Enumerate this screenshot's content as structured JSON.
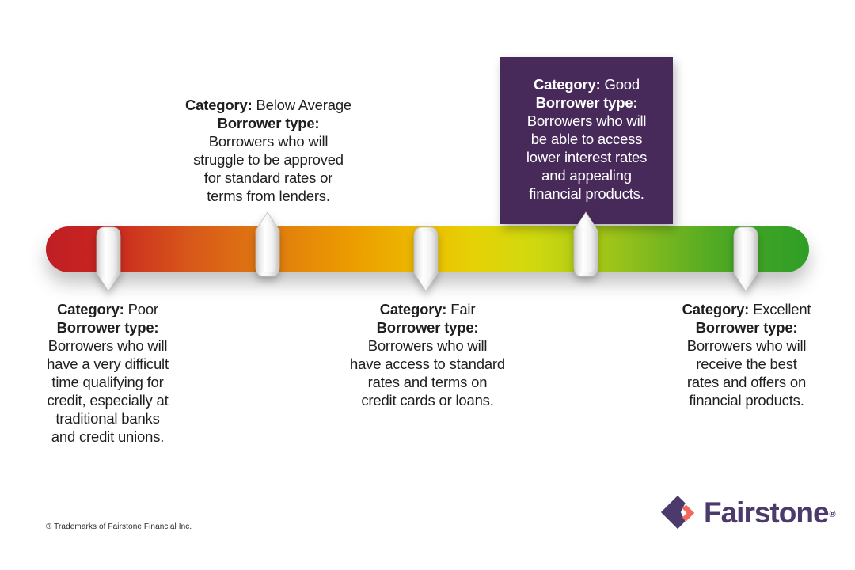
{
  "colors": {
    "background": "#ffffff",
    "text": "#1f1f1f",
    "highlight_purple": "#482A5A",
    "logo_purple": "#4B3A6B",
    "logo_coral": "#F2685C",
    "gauge_red": "#BF1E24",
    "gauge_green": "#2F9E26"
  },
  "gauge": {
    "stops": [
      [
        "#BF1E24",
        "0%"
      ],
      [
        "#C92621",
        "8%"
      ],
      [
        "#D8581A",
        "19%"
      ],
      [
        "#E07A10",
        "29%"
      ],
      [
        "#EC9C00",
        "40%"
      ],
      [
        "#EDBE00",
        "50%"
      ],
      [
        "#E5D206",
        "56%"
      ],
      [
        "#D0D90F",
        "64%"
      ],
      [
        "#AFCB16",
        "71%"
      ],
      [
        "#82BA1E",
        "79%"
      ],
      [
        "#55AB23",
        "87%"
      ],
      [
        "#41A425",
        "92%"
      ],
      [
        "#2F9E26",
        "100%"
      ]
    ],
    "marker_names": [
      "poor",
      "below-average",
      "fair",
      "good",
      "excellent"
    ]
  },
  "categories": [
    {
      "key": "poor",
      "category_label": "Category:",
      "category_value": "Poor",
      "borrower_label": "Borrower type:",
      "description_lines": [
        "Borrowers who will",
        "have a very difficult",
        "time qualifying for",
        "credit, especially at",
        "traditional banks",
        "and credit unions."
      ]
    },
    {
      "key": "below-average",
      "category_label": "Category:",
      "category_value": "Below Average",
      "borrower_label": "Borrower type:",
      "description_lines": [
        "Borrowers who will",
        "struggle to be approved",
        "for standard rates or",
        "terms from lenders."
      ]
    },
    {
      "key": "fair",
      "category_label": "Category:",
      "category_value": "Fair",
      "borrower_label": "Borrower type:",
      "description_lines": [
        "Borrowers who will",
        "have access to standard",
        "rates and terms on",
        "credit cards or loans."
      ]
    },
    {
      "key": "good",
      "category_label": "Category:",
      "category_value": "Good",
      "borrower_label": "Borrower type:",
      "description_lines": [
        "Borrowers who will",
        "be able to access",
        "lower interest rates",
        "and appealing",
        "financial products."
      ]
    },
    {
      "key": "excellent",
      "category_label": "Category:",
      "category_value": "Excellent",
      "borrower_label": "Borrower type:",
      "description_lines": [
        "Borrowers who will",
        "receive the best",
        "rates and offers on",
        "financial products."
      ]
    }
  ],
  "footer": {
    "trademark_note": "® Trademarks of Fairstone Financial Inc.",
    "logo_text": "Fairstone",
    "logo_registered_mark": "®"
  }
}
